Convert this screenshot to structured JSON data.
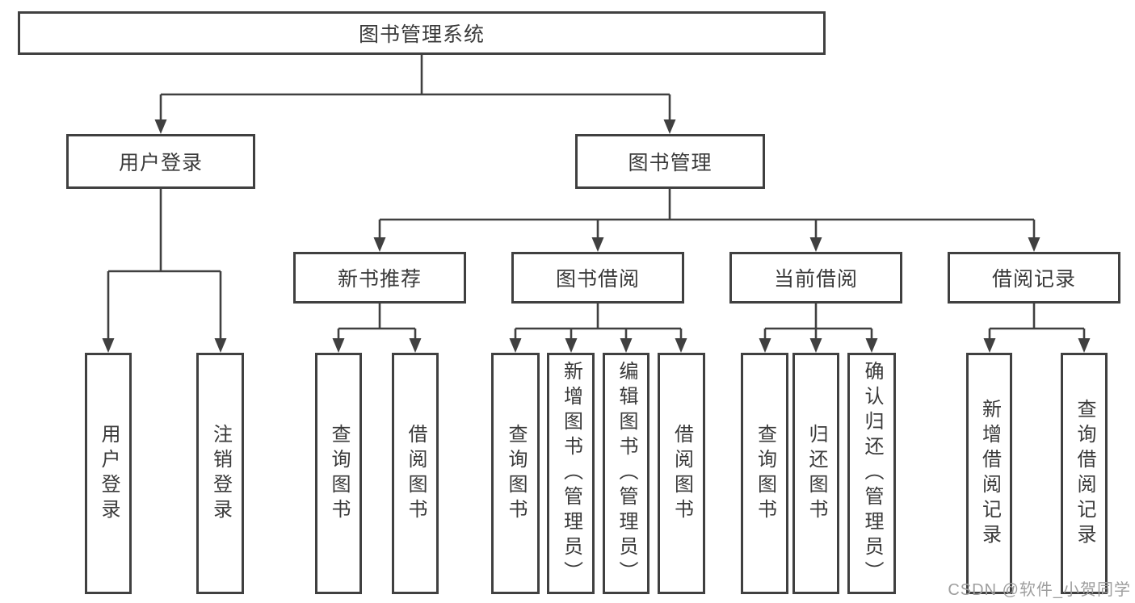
{
  "tree": {
    "label": "图书管理系统",
    "children": [
      {
        "label": "用户登录",
        "children": [
          {
            "label": "用户登录"
          },
          {
            "label": "注销登录"
          }
        ]
      },
      {
        "label": "图书管理",
        "children": [
          {
            "label": "新书推荐",
            "children": [
              {
                "label": "查询图书"
              },
              {
                "label": "借阅图书"
              }
            ]
          },
          {
            "label": "图书借阅",
            "children": [
              {
                "label": "查询图书"
              },
              {
                "label": "新增图书（管理员）"
              },
              {
                "label": "编辑图书（管理员）"
              },
              {
                "label": "借阅图书"
              }
            ]
          },
          {
            "label": "当前借阅",
            "children": [
              {
                "label": "查询图书"
              },
              {
                "label": "归还图书"
              },
              {
                "label": "确认归还（管理员）"
              }
            ]
          },
          {
            "label": "借阅记录",
            "children": [
              {
                "label": "新增借阅记录"
              },
              {
                "label": "查询借阅记录"
              }
            ]
          }
        ]
      }
    ]
  },
  "watermark": {
    "text": "CSDN @软件_小贺同学"
  },
  "colors": {
    "line": "#404040",
    "box_border": "#404040",
    "text": "#3a3a3a",
    "watermark": "#9e9e9e",
    "background": "#ffffff"
  }
}
